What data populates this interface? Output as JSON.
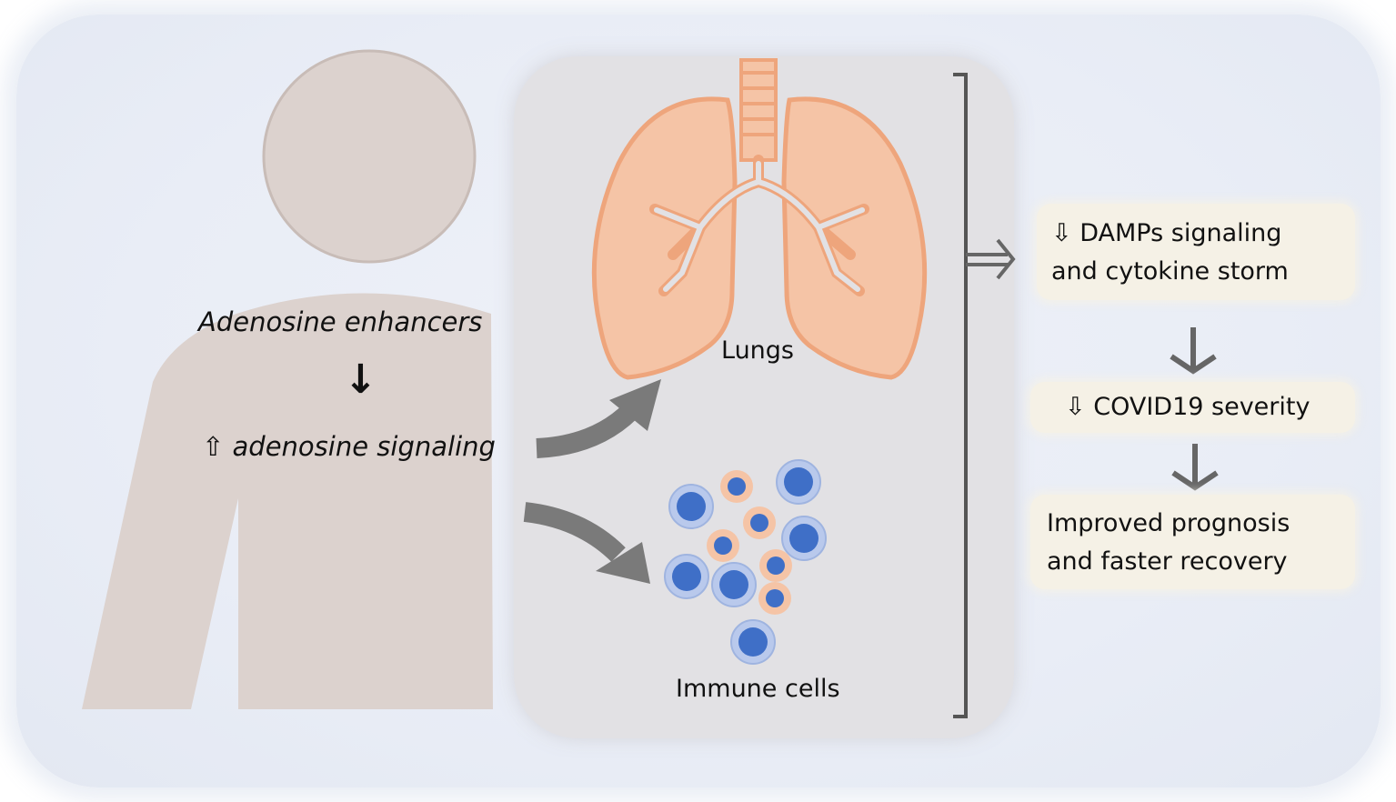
{
  "figure": {
    "left": {
      "enhancers": "Adenosine enhancers",
      "signaling_arrow": "⇧",
      "signaling": "adenosine signaling"
    },
    "center": {
      "lungs_label": "Lungs",
      "immune_label": "Immune cells"
    },
    "outcomes": {
      "box1": {
        "arrow": "⇩",
        "line1": "DAMPs signaling",
        "line2": "and cytokine storm"
      },
      "box2": {
        "arrow": "⇩",
        "line1": "COVID19 severity"
      },
      "box3": {
        "line1": "Improved prognosis",
        "line2": "and faster recovery"
      }
    }
  },
  "colors": {
    "silhouette": "#dcd2ce",
    "lung_fill": "#f5c4a6",
    "lung_stroke": "#eea57c",
    "cell_blue": "#3f6fc7",
    "cell_blue_ring": "#b9c9ec",
    "cell_orange_ring": "#f5c4a6",
    "arrow_gray": "#7a7a7a",
    "outcome_box": "#f5f1e6"
  }
}
